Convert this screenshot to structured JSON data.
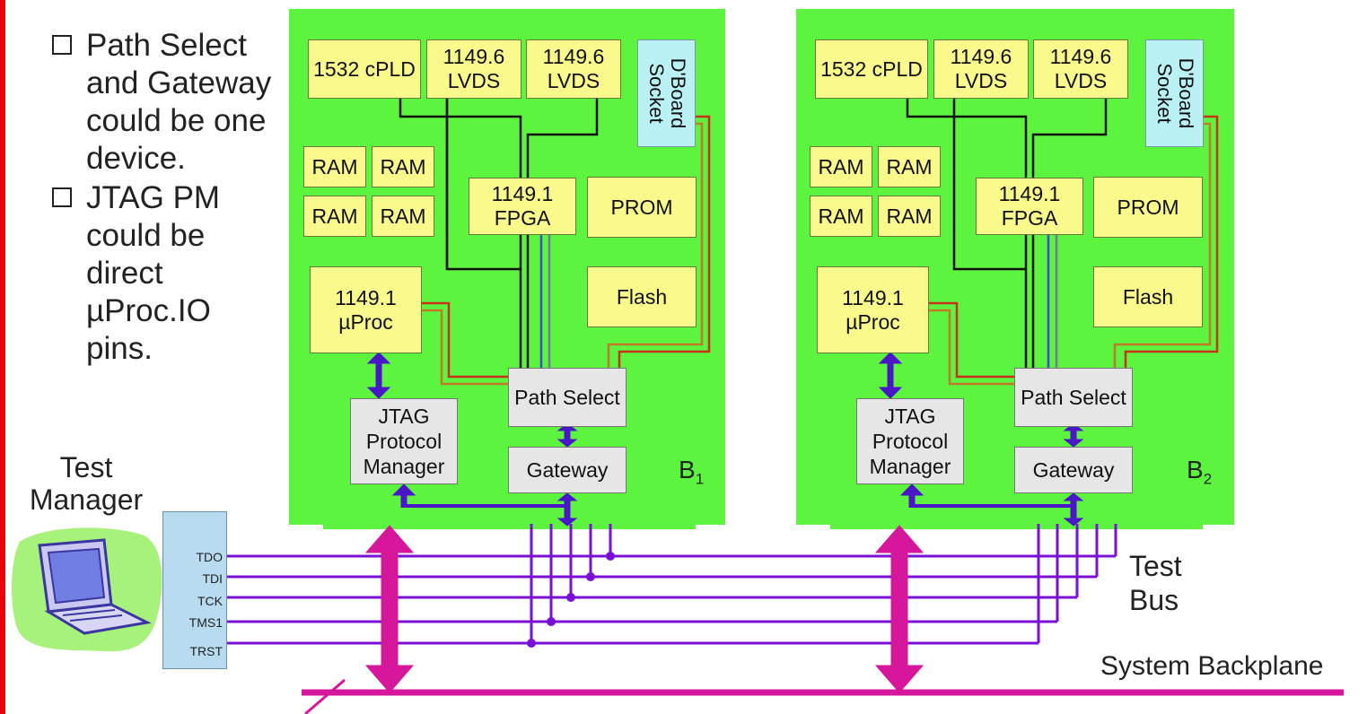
{
  "bullets": [
    "Path Select and Gateway could be one device.",
    "JTAG PM could be direct µProc.IO pins."
  ],
  "test_manager_label": "Test Manager",
  "pins": [
    "TDO",
    "TDI",
    "TCK",
    "TMS1",
    "TRST"
  ],
  "boards": [
    {
      "label": "B",
      "sub": "1",
      "cpld": "1532 cPLD",
      "lvds_a": "1149.6 LVDS",
      "lvds_b": "1149.6 LVDS",
      "socket": "D'Board\nSocket",
      "ram": [
        "RAM",
        "RAM",
        "RAM",
        "RAM"
      ],
      "fpga": "1149.1 FPGA",
      "prom": "PROM",
      "flash": "Flash",
      "uproc": "1149.1 µProc",
      "path_select": "Path Select",
      "jtag_pm": "JTAG Protocol Manager",
      "gateway": "Gateway"
    },
    {
      "label": "B",
      "sub": "2",
      "cpld": "1532 cPLD",
      "lvds_a": "1149.6 LVDS",
      "lvds_b": "1149.6 LVDS",
      "socket": "D'Board\nSocket",
      "ram": [
        "RAM",
        "RAM",
        "RAM",
        "RAM"
      ],
      "fpga": "1149.1 FPGA",
      "prom": "PROM",
      "flash": "Flash",
      "uproc": "1149.1 µProc",
      "path_select": "Path Select",
      "jtag_pm": "JTAG Protocol Manager",
      "gateway": "Gateway"
    }
  ],
  "test_bus_label": "Test Bus",
  "backplane_label": "System Backplane",
  "colors": {
    "board": "#5cf43f",
    "component": "#f9f98c",
    "gray_component": "#e6e6e6",
    "socket": "#b9f1f4",
    "bus": "#7a10d6",
    "backplane": "#d6179b",
    "accent_red": "#e8000b"
  }
}
